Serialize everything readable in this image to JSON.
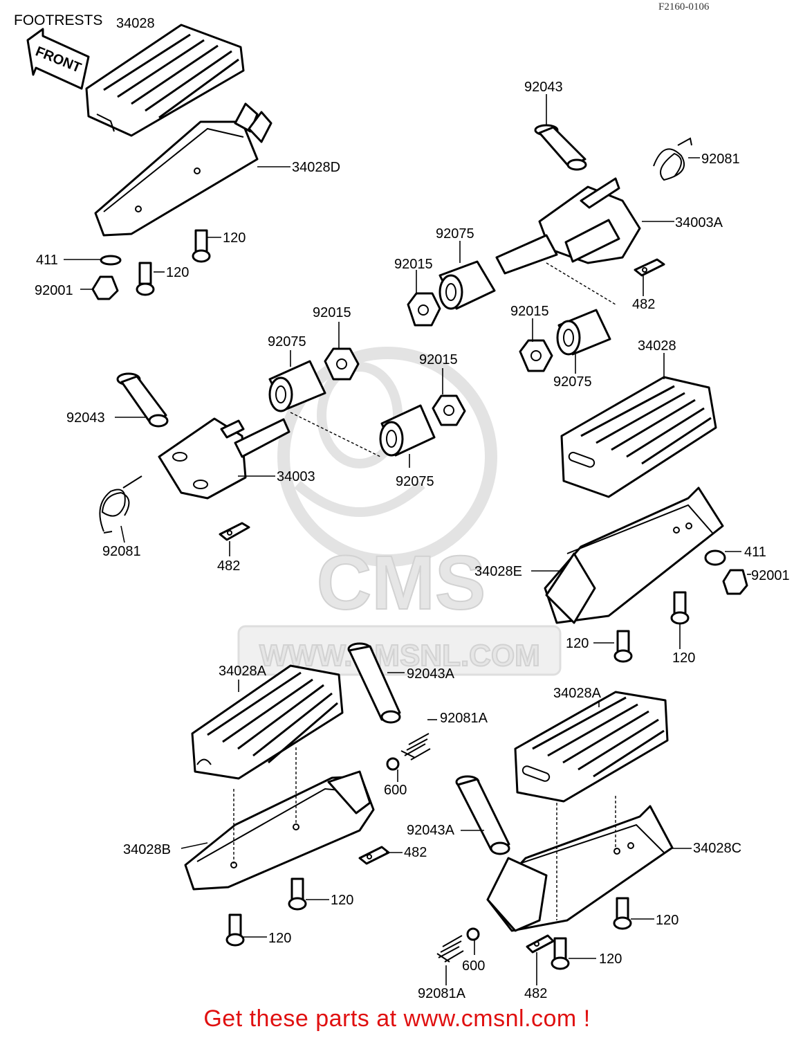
{
  "header": {
    "title": "FOOTRESTS",
    "code": "F2160-0106"
  },
  "watermark": {
    "logo_text": "CMS",
    "url_text": "WWW.CMSNL.COM"
  },
  "front_arrow": "FRONT",
  "labels": {
    "l_34028_top": "34028",
    "l_34028D": "34028D",
    "l_120_a": "120",
    "l_120_b": "120",
    "l_411_a": "411",
    "l_92001_a": "92001",
    "l_92043_top": "92043",
    "l_92081_top": "92081",
    "l_34003A": "34003A",
    "l_92075_a": "92075",
    "l_92015_a": "92015",
    "l_482_a": "482",
    "l_92015_b": "92015",
    "l_92075_b": "92075",
    "l_92015_c": "92015",
    "l_92075_c": "92075",
    "l_92015_d": "92015",
    "l_92043_mid": "92043",
    "l_34003": "34003",
    "l_92075_d": "92075",
    "l_92081_mid": "92081",
    "l_482_b": "482",
    "l_34028_right": "34028",
    "l_411_b": "411",
    "l_34028E": "34028E",
    "l_92001_b": "92001",
    "l_120_c": "120",
    "l_120_d": "120",
    "l_34028A_left": "34028A",
    "l_92043A_top": "92043A",
    "l_92081A_top": "92081A",
    "l_600_a": "600",
    "l_34028B": "34028B",
    "l_482_c": "482",
    "l_120_e": "120",
    "l_120_f": "120",
    "l_34028A_right": "34028A",
    "l_92043A_bottom": "92043A",
    "l_34028C": "34028C",
    "l_120_g": "120",
    "l_120_h": "120",
    "l_600_b": "600",
    "l_92081A_bottom": "92081A",
    "l_482_d": "482"
  },
  "footer": {
    "cta": "Get these parts at www.cmsnl.com !"
  },
  "colors": {
    "cta": "#e01010",
    "line": "#000000",
    "watermark": "#e6e6e6"
  }
}
